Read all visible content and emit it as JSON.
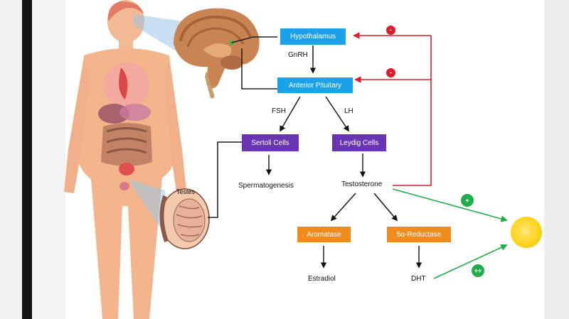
{
  "diagram": {
    "nodes": {
      "hypothalamus": "Hypothalamus",
      "anterior_pituitary": "Anterior Pituitary",
      "sertoli": "Sertoli Cells",
      "leydig": "Leydig Cells",
      "aromatase": "Aromatase",
      "reductase": "5α-Reductase"
    },
    "labels": {
      "gnrh": "GnRH",
      "fsh": "FSH",
      "lh": "LH",
      "spermatogenesis": "Spermatogenesis",
      "testosterone": "Testosterone",
      "estradiol": "Estradiol",
      "dht": "DHT",
      "testes": "Testes",
      "target": "AR"
    },
    "badges": {
      "neg1": "-",
      "neg2": "-",
      "pos1": "+",
      "pos2": "++"
    },
    "colors": {
      "hypothalamus_box": "#1aa3e8",
      "cells_box": "#6a35b3",
      "enzyme_box": "#ee8d1e",
      "negative_feedback": "#e01b2e",
      "positive_effect": "#1fae4b",
      "target": "#ffd21a"
    },
    "illustrations": [
      "human-body-anatomy",
      "brain-sagittal-section",
      "testis-cross-section"
    ]
  }
}
